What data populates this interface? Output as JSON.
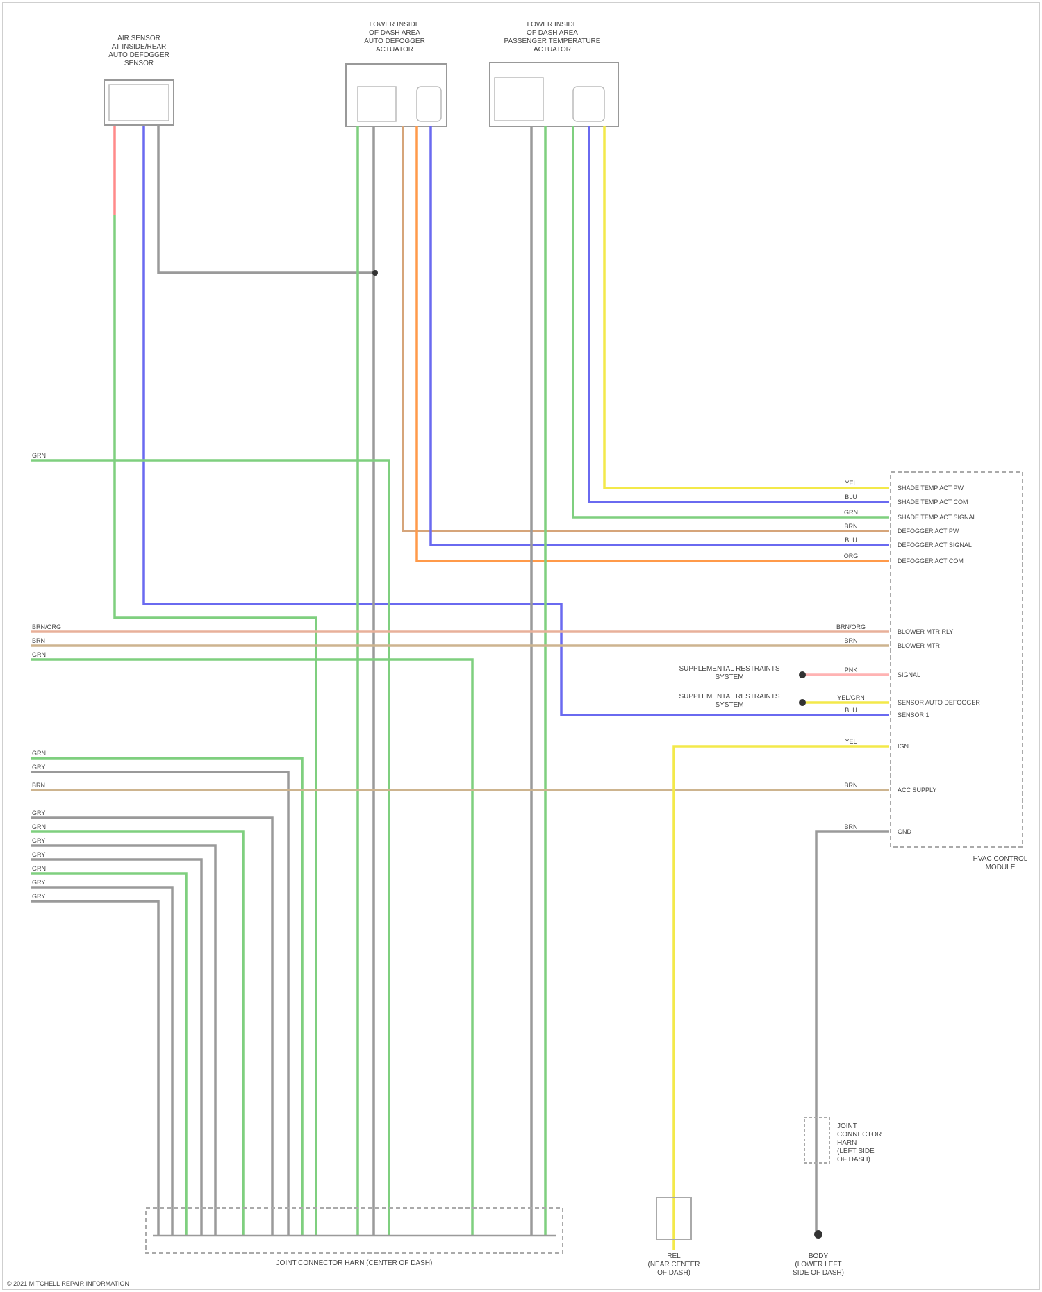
{
  "components": {
    "top_left_sensor": [
      "AIR SENSOR",
      "AT INSIDE/REAR",
      "AUTO DEFOGGER",
      "SENSOR"
    ],
    "top_mid_actuator": [
      "LOWER INSIDE",
      "OF DASH AREA",
      "AUTO DEFOGGER",
      "ACTUATOR"
    ],
    "top_right_actuator": [
      "LOWER INSIDE",
      "OF DASH AREA",
      "PASSENGER TEMPERATURE",
      "ACTUATOR"
    ],
    "hvac_module": [
      "HVAC CONTROL",
      "MODULE"
    ],
    "bottom_connector": "JOINT CONNECTOR HARN (CENTER OF DASH)",
    "bottom_mid_device": [
      "REL",
      "(NEAR CENTER",
      "OF DASH)"
    ],
    "bottom_right_joint": [
      "JOINT",
      "CONNECTOR",
      "HARN",
      "(LEFT SIDE",
      "OF DASH)"
    ],
    "ground": [
      "BODY",
      "(LOWER LEFT",
      "SIDE OF DASH)"
    ],
    "supplemental_1": [
      "SUPPLEMENTAL RESTRAINTS",
      "SYSTEM"
    ],
    "supplemental_2": [
      "SUPPLEMENTAL RESTRAINTS",
      "SYSTEM"
    ]
  },
  "hvac_pins": [
    {
      "wire": "YEL",
      "label": "SHADE TEMP ACT PW"
    },
    {
      "wire": "BLU",
      "label": "SHADE TEMP ACT COM"
    },
    {
      "wire": "GRN",
      "label": "SHADE TEMP ACT SIGNAL"
    },
    {
      "wire": "BRN",
      "label": "DEFOGGER ACT PW"
    },
    {
      "wire": "BLU",
      "label": "DEFOGGER ACT SIGNAL"
    },
    {
      "wire": "ORG",
      "label": "DEFOGGER ACT COM"
    },
    {
      "wire": "BRN/ORG",
      "label": "BLOWER MTR RLY"
    },
    {
      "wire": "BRN",
      "label": "BLOWER MTR"
    },
    {
      "wire": "PNK",
      "label": "SIGNAL"
    },
    {
      "wire": "YEL/GRN",
      "label": "SENSOR AUTO DEFOGGER"
    },
    {
      "wire": "BLU",
      "label": "SENSOR 1"
    },
    {
      "wire": "YEL",
      "label": "IGN"
    },
    {
      "wire": "BRN",
      "label": "ACC SUPPLY"
    },
    {
      "wire": "BRN",
      "label": "GND"
    }
  ],
  "left_wires": [
    {
      "label": "GRN",
      "color": "#2a9d2a"
    },
    {
      "label": "BRN/ORG",
      "color": "#c78a55"
    },
    {
      "label": "BRN",
      "color": "#a3805c"
    },
    {
      "label": "GRN",
      "color": "#2a9d2a"
    },
    {
      "label": "GRN",
      "color": "#2a9d2a"
    },
    {
      "label": "GRY",
      "color": "#888888"
    },
    {
      "label": "BRN",
      "color": "#a3805c"
    },
    {
      "label": "GRY",
      "color": "#888888"
    },
    {
      "label": "GRN",
      "color": "#2a9d2a"
    },
    {
      "label": "GRY",
      "color": "#888888"
    },
    {
      "label": "GRY",
      "color": "#888888"
    },
    {
      "label": "GRN",
      "color": "#2a9d2a"
    },
    {
      "label": "GRY",
      "color": "#888888"
    },
    {
      "label": "GRY",
      "color": "#888888"
    }
  ],
  "footer": "© 2021 MITCHELL REPAIR INFORMATION"
}
